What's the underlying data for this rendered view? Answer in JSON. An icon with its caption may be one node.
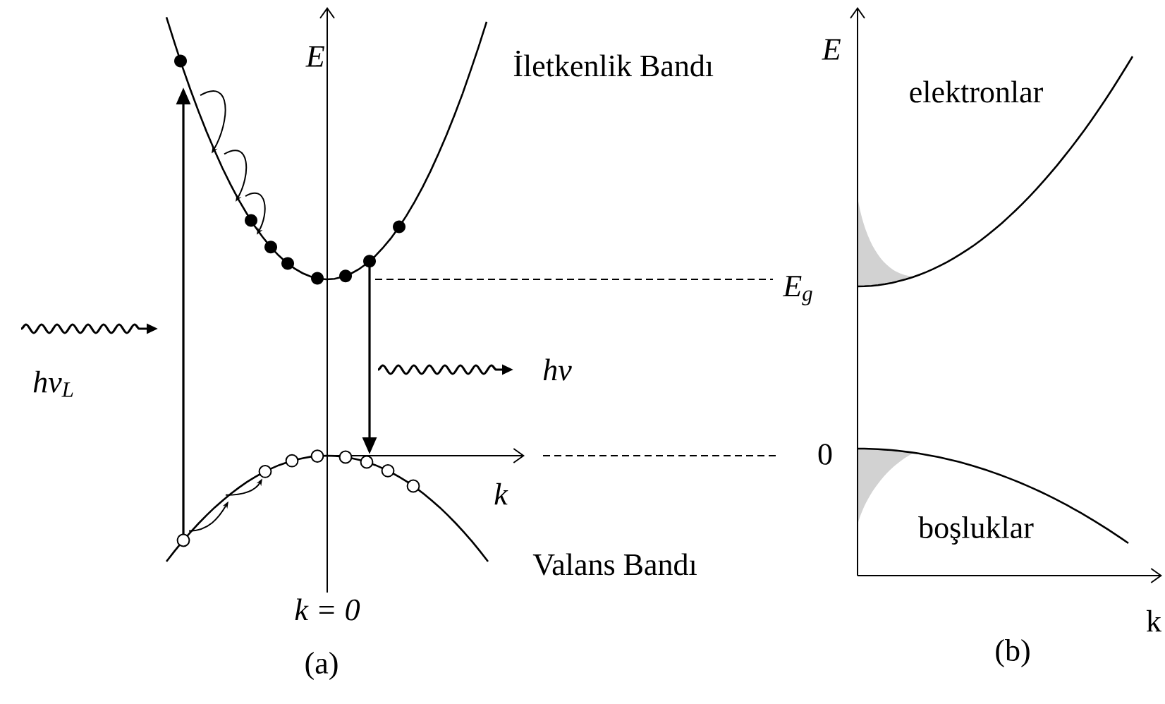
{
  "diagram": {
    "labels": [
      "E",
      "İletkenlik Bandı",
      "E",
      "elektronlar",
      "E$_{g}$",
      "hν$_{L}$",
      "hν",
      "0",
      "k",
      "Valans Bandı",
      "boşluklar",
      "k = 0",
      "k",
      "(a)",
      "(b)"
    ]
  }
}
